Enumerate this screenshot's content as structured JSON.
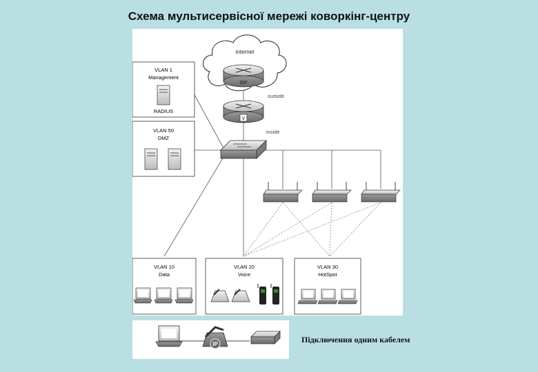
{
  "title": "Схема мультисервісної мережі коворкінг-центру",
  "cloud_label": "internet",
  "isp_label": "ISP",
  "router_label": "V",
  "outside_label": "outside",
  "inside_label": "inside",
  "vlans": {
    "v1": {
      "line1": "VLAN 1",
      "line2": "Management",
      "server": "RADIUS"
    },
    "v50": {
      "line1": "VLAN 50",
      "line2": "DMZ"
    },
    "v10": {
      "line1": "VLAN 10",
      "line2": "Data"
    },
    "v20": {
      "line1": "VLAN 20",
      "line2": "Voice"
    },
    "v30": {
      "line1": "VLAN 30",
      "line2": "HotSpot"
    }
  },
  "phone_label": "IP",
  "legend_text": "Підключення одним кабелем"
}
